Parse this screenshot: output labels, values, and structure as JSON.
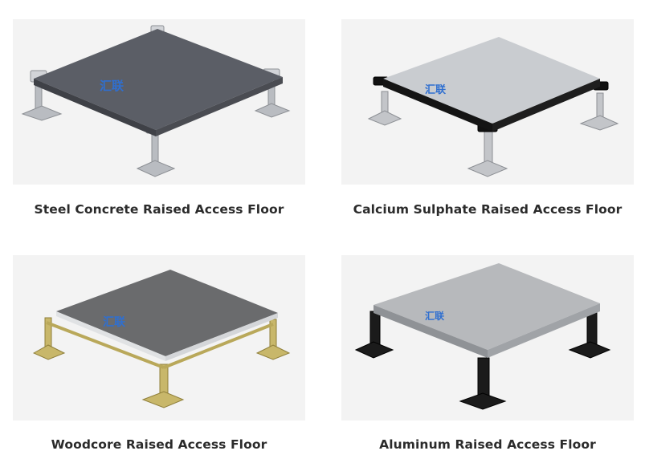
{
  "products": [
    {
      "title": "Steel Concrete Raised Access Floor",
      "logo_text": "汇联",
      "panel_color": "#5b5e66"
    },
    {
      "title": "Calcium Sulphate Raised Access Floor",
      "logo_text": "汇联",
      "panel_color": "#c9ccd0"
    },
    {
      "title": "Woodcore Raised Access Floor",
      "logo_text": "汇联",
      "panel_color": "#6a6b6d"
    },
    {
      "title": "Aluminum Raised Access Floor",
      "logo_text": "汇联",
      "panel_color": "#b7b9bc"
    }
  ],
  "colors": {
    "logo_blue": "#2f6fd0",
    "title_text": "#2b2b2b",
    "image_bg": "#f3f3f3"
  }
}
